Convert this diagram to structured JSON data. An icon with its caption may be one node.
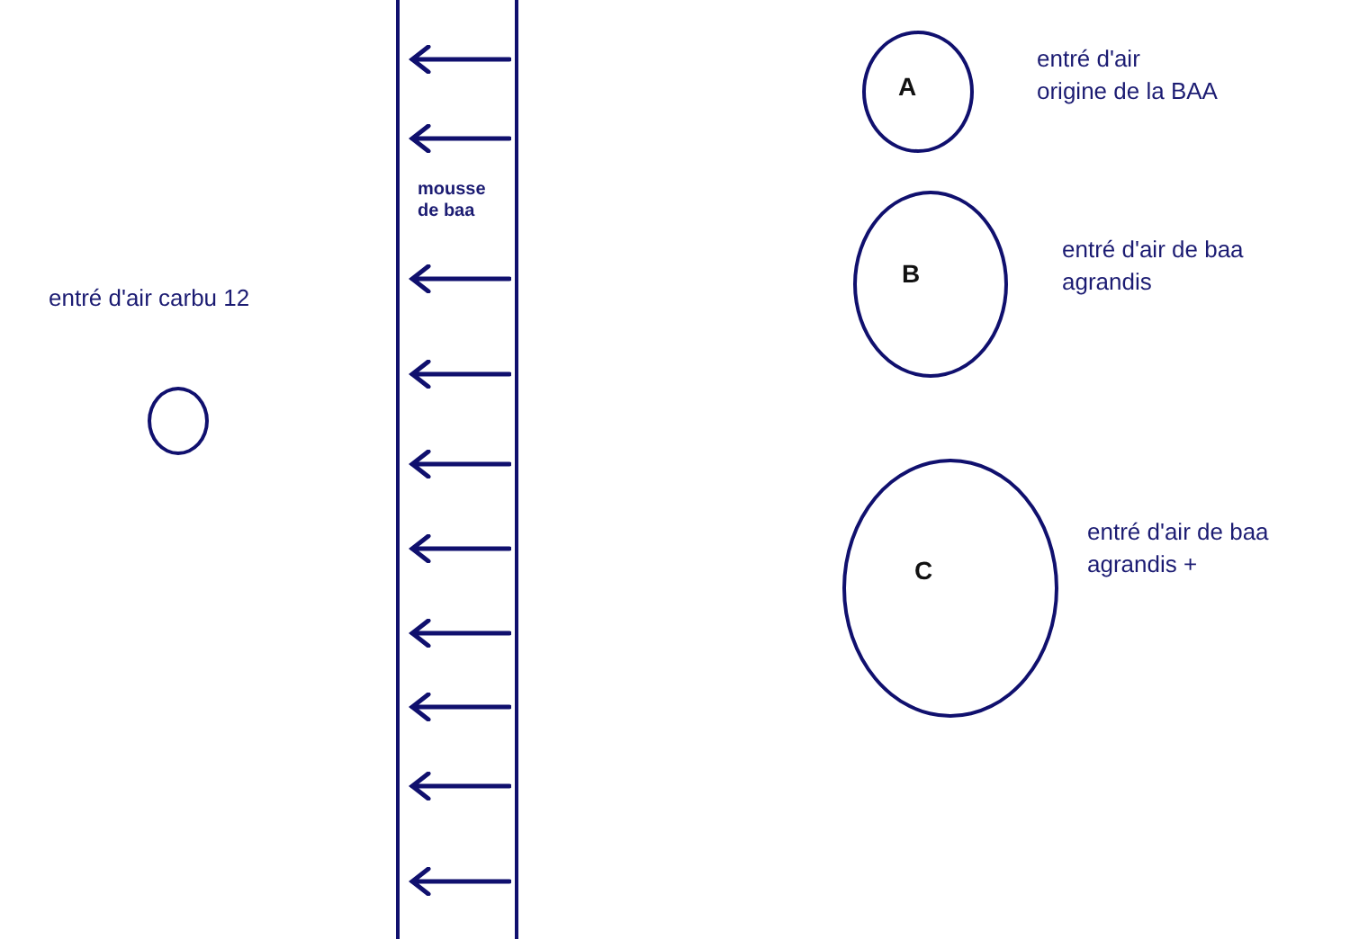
{
  "diagram": {
    "nodes": [
      {
        "text": [],
        "shape": "circle",
        "beside": [
          "entré d'air carbu 12"
        ]
      },
      {
        "text": [
          "mousse de baa"
        ]
      },
      {
        "text": [
          "A"
        ],
        "beside": [
          "entré d'air origine de la BAA"
        ]
      },
      {
        "text": [
          "B"
        ],
        "beside": [
          "entré d'air de baa agrandis"
        ]
      },
      {
        "text": [
          "C"
        ],
        "beside": [
          "entré d'air de baa agrandis +"
        ]
      }
    ]
  }
}
